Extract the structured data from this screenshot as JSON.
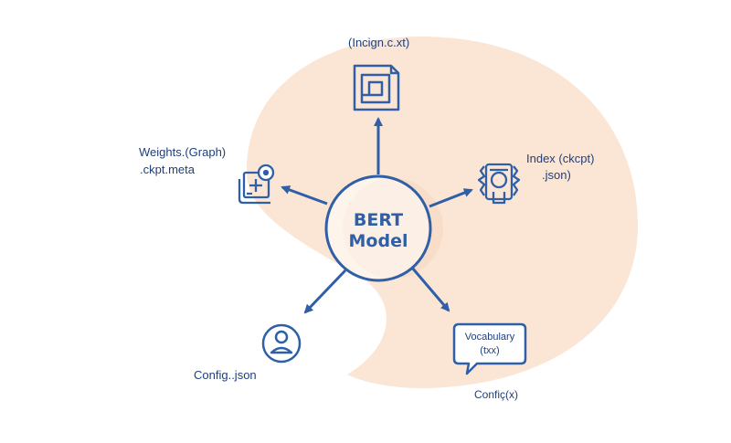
{
  "center": {
    "line1": "BERT",
    "line2": "Model"
  },
  "nodes": {
    "top": {
      "label": "(Incign.c.xt)",
      "icon": "document-icon"
    },
    "upper_left": {
      "line1": "Weights.(Graph)",
      "line2": ".ckpt.meta",
      "icon": "file-settings-icon"
    },
    "upper_right": {
      "line1": "Index (ckcpt)",
      "line2": ".json)",
      "icon": "gear-document-icon"
    },
    "lower_left": {
      "label": "Config..json",
      "icon": "user-icon"
    },
    "lower_right": {
      "bubble_line1": "Vocabulary",
      "bubble_line2": "(txx)",
      "label": "Confiç(x)",
      "icon": "speech-bubble-icon"
    }
  },
  "colors": {
    "primary": "#2f5fa6",
    "text": "#1f3f7a",
    "background_shape": "#fbe6d6"
  }
}
